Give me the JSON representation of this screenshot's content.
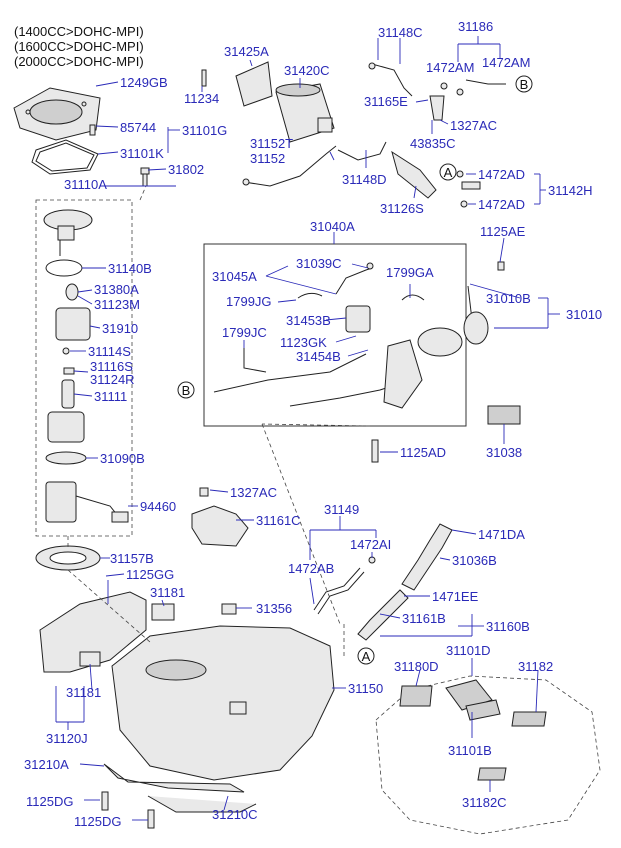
{
  "engines": [
    "(1400CC>DOHC-MPI)",
    "(1600CC>DOHC-MPI)",
    "(2000CC>DOHC-MPI)"
  ],
  "labels": {
    "p1249GB": "1249GB",
    "p85744": "85744",
    "p31101G": "31101G",
    "p31101K": "31101K",
    "p31802": "31802",
    "p31110A": "31110A",
    "p31140B": "31140B",
    "p31380A": "31380A",
    "p31123M": "31123M",
    "p31910": "31910",
    "p31114S": "31114S",
    "p31116S": "31116S",
    "p31124R": "31124R",
    "p31111": "31111",
    "p31090B": "31090B",
    "p94460": "94460",
    "p31425A": "31425A",
    "p31420C": "31420C",
    "p11234": "11234",
    "p31152T": "31152T",
    "p31152": "31152",
    "p31148C": "31148C",
    "p31186": "31186",
    "p1472AM_1": "1472AM",
    "p1472AM_2": "1472AM",
    "p31165E": "31165E",
    "p1327AC_1": "1327AC",
    "p43835C": "43835C",
    "p31148D": "31148D",
    "p31126S": "31126S",
    "p1472AD_1": "1472AD",
    "p1472AD_2": "1472AD",
    "p31142H": "31142H",
    "p31040A": "31040A",
    "p1125AE": "1125AE",
    "p31045A": "31045A",
    "p31039C": "31039C",
    "p1799GA": "1799GA",
    "p1799JG": "1799JG",
    "p31453B": "31453B",
    "p1799JC": "1799JC",
    "p1123GK": "1123GK",
    "p31454B": "31454B",
    "p31010B": "31010B",
    "p31010": "31010",
    "p1125AD": "1125AD",
    "p31038": "31038",
    "p1327AC_2": "1327AC",
    "p31161C": "31161C",
    "p31149": "31149",
    "p1471DA": "1471DA",
    "p1472AB": "1472AB",
    "p1472AI": "1472AI",
    "p31036B": "31036B",
    "p1471EE": "1471EE",
    "p31157B": "31157B",
    "p1125GG": "1125GG",
    "p31181_1": "31181",
    "p31356": "31356",
    "p31161B": "31161B",
    "p31160B": "31160B",
    "p31181_2": "31181",
    "p31150": "31150",
    "p31120J": "31120J",
    "p31180D": "31180D",
    "p31101D": "31101D",
    "p31182": "31182",
    "p31101B": "31101B",
    "p31182C": "31182C",
    "p31210A": "31210A",
    "p1125DG_1": "1125DG",
    "p1125DG_2": "1125DG",
    "p31210C": "31210C"
  },
  "markers": {
    "a1": "A",
    "a2": "A",
    "b1": "B",
    "b2": "B"
  },
  "colors": {
    "label": "#2a2ab8",
    "line": "#222222"
  }
}
